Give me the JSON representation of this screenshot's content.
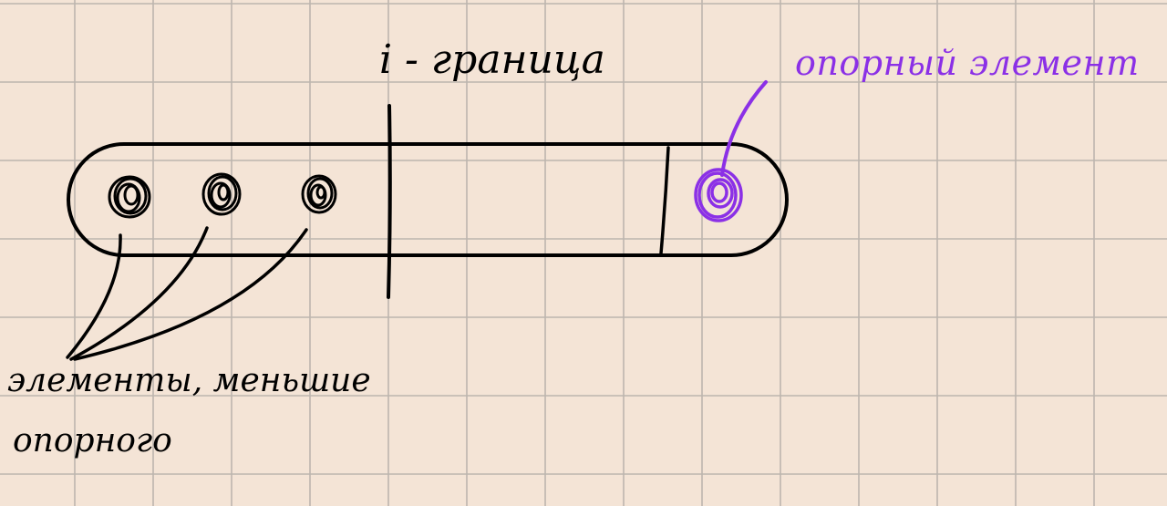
{
  "labels": {
    "boundary": "i - граница",
    "pivot": "опорный элемент",
    "smaller_line1": "элементы, меньшие",
    "smaller_line2": "опорного"
  },
  "colors": {
    "background": "#f4e4d6",
    "grid": "#bcb5ae",
    "ink": "#000000",
    "pivot": "#8b30e6"
  }
}
